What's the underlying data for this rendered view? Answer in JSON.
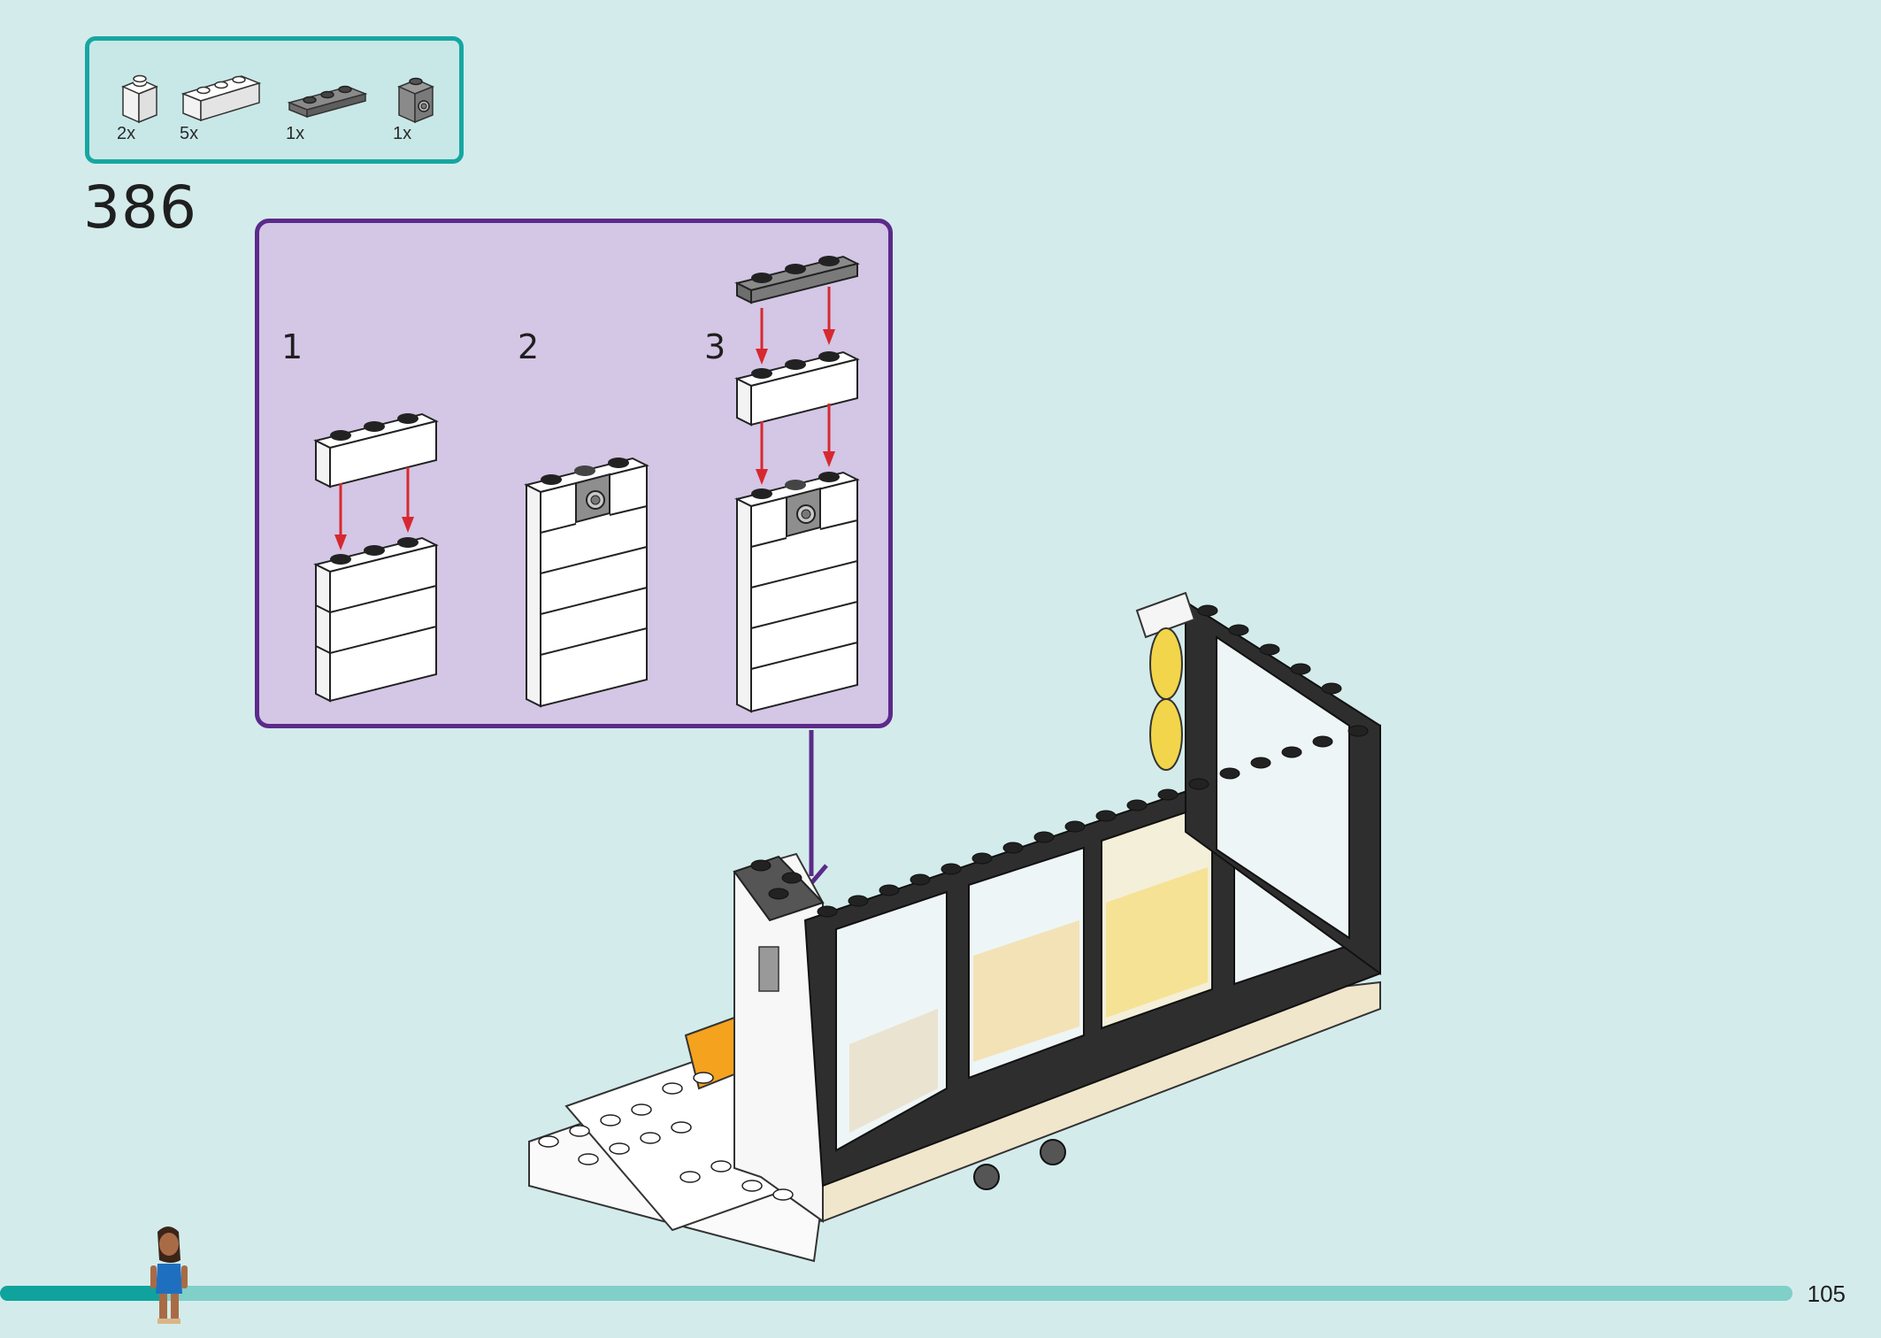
{
  "page": {
    "step_number": "386",
    "page_number": "105"
  },
  "parts_list": [
    {
      "count": "2x",
      "icon": "white-1x1-brick-icon"
    },
    {
      "count": "5x",
      "icon": "white-1x3-brick-icon"
    },
    {
      "count": "1x",
      "icon": "dark-gray-1x3-plate-icon"
    },
    {
      "count": "1x",
      "icon": "gray-1x1-brick-with-side-stud-icon"
    }
  ],
  "sub_steps": [
    {
      "number": "1"
    },
    {
      "number": "2"
    },
    {
      "number": "3"
    }
  ],
  "progress": {
    "fraction": 0.09
  },
  "colors": {
    "background": "#d3eceb",
    "parts_border": "#17a6a1",
    "callout_fill": "#d4c6e5",
    "callout_border": "#5b2a8a",
    "arrow_red": "#d7282f",
    "progress_fill": "#10a39d",
    "progress_track": "#80cfc9"
  }
}
